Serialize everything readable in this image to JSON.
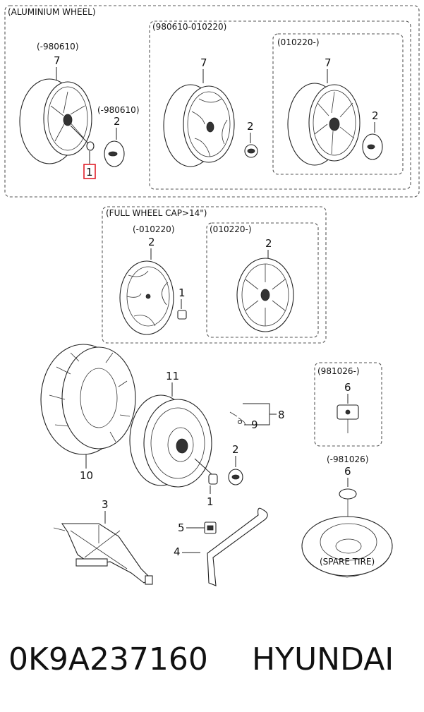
{
  "groups": {
    "aluminium": "(ALUMINIUM WHEEL)",
    "mid": "(980610-010220)",
    "late": "(010220-)",
    "full_cap": "(FULL WHEEL CAP>14\")",
    "cap_early": "(-010220)",
    "cap_late": "(010220-)",
    "jack_late": "(981026-)",
    "jack_early": "(-981026)",
    "spare": "(SPARE TIRE)"
  },
  "date_labels": {
    "wheel_early": "(-980610)",
    "cap_early": "(-980610)"
  },
  "callouts": {
    "c1a": "1",
    "c1b": "1",
    "c1c": "1",
    "c2a": "2",
    "c2b": "2",
    "c2c": "2",
    "c2d": "2",
    "c2e": "2",
    "c2f": "2",
    "c3": "3",
    "c4": "4",
    "c5": "5",
    "c6a": "6",
    "c6b": "6",
    "c7a": "7",
    "c7b": "7",
    "c7c": "7",
    "c8": "8",
    "c9": "9",
    "c10": "10",
    "c11": "11"
  },
  "highlight_color": "#e0202a",
  "footer": {
    "part_number": "0K9A237160",
    "brand": "HYUNDAI"
  }
}
